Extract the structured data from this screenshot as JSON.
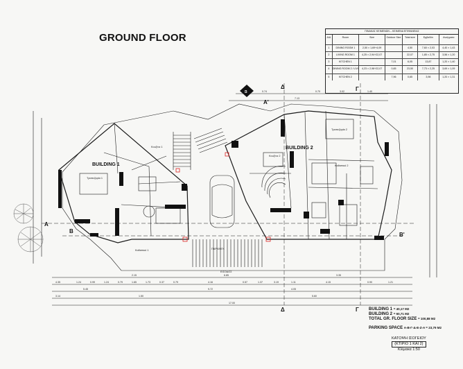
{
  "title": "GROUND FLOOR",
  "buildings": {
    "b1": "BUILDING 1",
    "b2": "BUILDING 2"
  },
  "section_marks": [
    "A",
    "B",
    "B'",
    "Δ",
    "Γ",
    "A'",
    "B"
  ],
  "area_table": {
    "title": "ΠΙΝΑΚΑΣ ΚΕΙΜΕΝΩΝ – ΚΕΙΜΕΝΑ ΕΠΙΦΑΝΕΙΑΣ",
    "headers": [
      "A/A",
      "Room",
      "Size",
      "Outdoor Size",
      "Total size",
      "Εμβαδόν",
      "Ανοίγματα"
    ],
    "rows": [
      [
        "1",
        "DINING ROOM 1",
        "2,50 × 1,69+4,09",
        "",
        "4,50",
        "7,60 × 2,03",
        "4,40 × 1,43"
      ],
      [
        "2",
        "LIVING ROOM 1",
        "4,25 × 2,94+22,07",
        "",
        "22,07",
        "1,85 × 2,75",
        "3,56 × 1,20"
      ],
      [
        "3",
        "KITCHEN 1",
        "",
        "7,01",
        "6,05",
        "13,87",
        "1,20 × 1,40"
      ],
      [
        "4",
        "DINING ROOM 2 / LIVING ROOM 2",
        "4,23 × 2,98+22,07",
        "0,65",
        "23,50",
        "7,73 × 2,25",
        "3,69 × 1,09"
      ],
      [
        "5",
        "KITCHEN 2",
        "",
        "7,96",
        "0,65",
        "3,98",
        "1,20 × 1,31"
      ]
    ]
  },
  "room_labels": [
    "Κουζίνα 1",
    "Τραπεζαρία 1",
    "Τραπεζαρία 2",
    "Κουζίνα 2",
    "Καθιστικό 1",
    "Καθιστικό 2",
    "ΠΑΡΚΙΝΓΚ",
    "ΕΙΣΟΔΟΣ"
  ],
  "dimensions": {
    "bottom_row1": [
      "2.15",
      "6.85",
      "3.35"
    ],
    "bottom_row2": [
      "4.35",
      "1.24",
      "0.99",
      "1.24",
      "0.79",
      "1.65",
      "1.73",
      "0.37",
      "0.79",
      "4.16",
      "0.57",
      "1.37",
      "3.19",
      "1.11",
      "4.15",
      "0.90",
      "1.21"
    ],
    "bottom_row3": [
      "3.14",
      "5.45",
      "1.50",
      "9.72",
      "4.05",
      "5.60"
    ],
    "bottom_row4": [
      "17.00"
    ],
    "top": [
      "1.44",
      "0.74",
      "7.13",
      "0.70",
      "3.02",
      "1.40"
    ]
  },
  "totals": {
    "b1": "BUILDING 1",
    "b1_value": "= 40,17 M2",
    "b2": "BUILDING 2",
    "b2_value": "= 60,71 M2",
    "total_label": "TOTAL GR. FLOOR SIZE",
    "total_value": "= 100,88 M2",
    "parking_label": "PARKING SPACE",
    "parking_value": "A-B-Γ-Δ-E-Z-A = 23,79 M2"
  },
  "legend": {
    "line1": "ΚΑΤΟΨΗ ΙΣΟΓΕΙΟΥ",
    "line2": "(ΚΤΙΡΙΟ 1 ΚΑΙ 2)",
    "line3": "Κλίμακα 1:50"
  },
  "colors": {
    "ink": "#1a1a1a",
    "wall": "#111111",
    "paper": "#f7f7f5",
    "tree": "#555555"
  }
}
